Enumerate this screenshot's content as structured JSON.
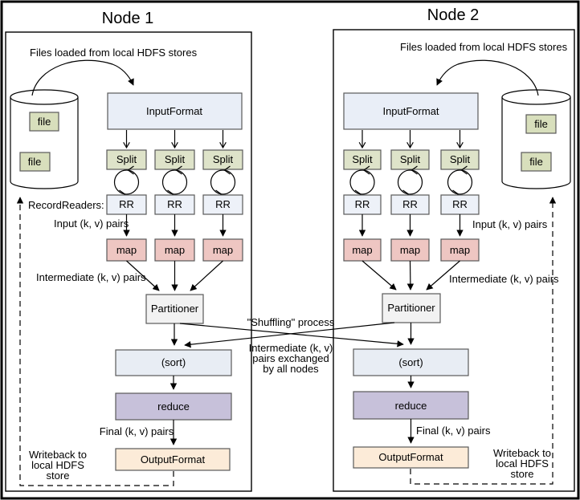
{
  "node1": {
    "title": "Node 1",
    "files_label": "Files loaded from local HDFS stores",
    "files": [
      "file",
      "file"
    ],
    "input_format": "InputFormat",
    "splits": [
      "Split",
      "Split",
      "Split"
    ],
    "record_readers_label": "RecordReaders:",
    "rrs": [
      "RR",
      "RR",
      "RR"
    ],
    "input_pairs_label": "Input (k, v) pairs",
    "maps": [
      "map",
      "map",
      "map"
    ],
    "intermediate_pairs_label": "Intermediate (k, v) pairs",
    "partitioner": "Partitioner",
    "sort": "(sort)",
    "reduce": "reduce",
    "final_pairs_label": "Final (k, v) pairs",
    "output_format": "OutputFormat",
    "writeback_lines": [
      "Writeback to",
      "local HDFS",
      "store"
    ]
  },
  "node2": {
    "title": "Node 2",
    "files_label": "Files loaded from local HDFS stores",
    "files": [
      "file",
      "file"
    ],
    "input_format": "InputFormat",
    "splits": [
      "Split",
      "Split",
      "Split"
    ],
    "rrs": [
      "RR",
      "RR",
      "RR"
    ],
    "input_pairs_label": "Input (k, v) pairs",
    "maps": [
      "map",
      "map",
      "map"
    ],
    "intermediate_pairs_label": "Intermediate (k, v) pairs",
    "partitioner": "Partitioner",
    "sort": "(sort)",
    "reduce": "reduce",
    "final_pairs_label": "Final (k, v) pairs",
    "output_format": "OutputFormat",
    "writeback_lines": [
      "Writeback to",
      "local HDFS",
      "store"
    ]
  },
  "center": {
    "shuffling_label": "\"Shuffling\" process",
    "exchange_lines": [
      "Intermediate (k, v)",
      "pairs exchanged",
      "by all nodes"
    ]
  },
  "colors": {
    "input_format_fill": "#e9eef7",
    "split_fill": "#dee3c9",
    "file_fill": "#d8dfbc",
    "rr_fill": "#edf1f8",
    "map_fill": "#eec6c2",
    "partitioner_fill": "#f2f2f2",
    "sort_fill": "#e8edf4",
    "reduce_fill": "#c7c1da",
    "output_format_fill": "#fcebd8",
    "line_color": "#000000",
    "border_color": "#595959"
  }
}
